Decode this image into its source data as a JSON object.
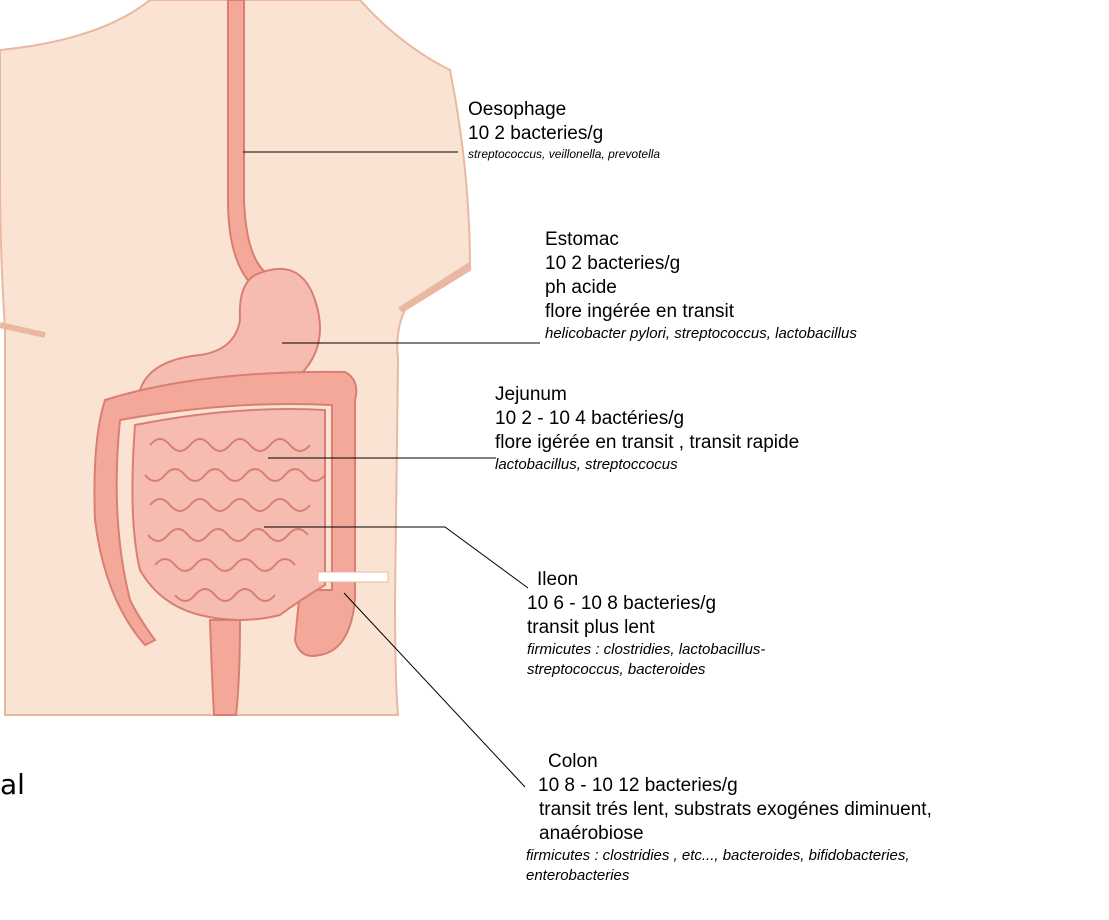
{
  "side_text": "al",
  "labels": {
    "oesophage": {
      "title": "Oesophage",
      "count": "10 2 bacteries/g",
      "flora": "streptococcus, veillonella, prevotella"
    },
    "estomac": {
      "title": "Estomac",
      "count": "10 2 bacteries/g",
      "ph": "ph acide",
      "note": "flore ingérée en transit",
      "flora": "helicobacter pylori, streptococcus, lactobacillus"
    },
    "jejunum": {
      "title": "Jejunum",
      "count": "10 2 - 10 4 bactéries/g",
      "note": "flore igérée en transit , transit rapide",
      "flora": "lactobacillus, streptoccocus"
    },
    "ileon": {
      "title": "Ileon",
      "count": "10 6 - 10 8 bacteries/g",
      "note": "transit plus lent",
      "flora_line1": "firmicutes : clostridies, lactobacillus-",
      "flora_line2": "streptococcus, bacteroides"
    },
    "colon": {
      "title": "Colon",
      "count": "10 8 - 10 12 bacteries/g",
      "note": "transit trés lent, substrats exogénes diminuent,",
      "note2": "anaérobiose",
      "flora_line1": "firmicutes : clostridies , etc..., bacteroides, bifidobacteries,",
      "flora_line2": "enterobacteries"
    }
  },
  "colors": {
    "skin": "#fbe3d4",
    "skin_outline": "#e8b9a0",
    "organ": "#f3a89a",
    "organ_dark": "#d97f72",
    "stomach": "#f6bcb2",
    "leader_line": "#000000"
  }
}
